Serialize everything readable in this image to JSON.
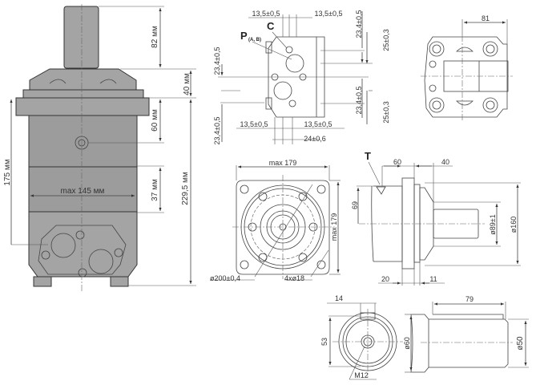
{
  "side_view": {
    "shaft_length": "82 мм",
    "flange_height": "40 мм",
    "port_to_flange": "60 мм",
    "body_section": "37 мм",
    "total_height": "229,5 мм",
    "port_height": "175 мм",
    "max_width": "max 145 мм"
  },
  "port_view": {
    "label_p": "P",
    "label_p_sub": "(A, B)",
    "label_c": "C",
    "top_left_offset": "13,5±0,5",
    "top_right_offset": "13,5±0,5",
    "bottom_left_offset": "13,5±0,5",
    "bottom_right_offset": "13,5±0,5",
    "bottom_distance": "24±0,6",
    "left_upper": "23,4±0,5",
    "left_lower": "23,4±0,5",
    "right_upper": "23,4±0,5",
    "right_lower": "23,4±0,5",
    "far_right_upper": "25±0,3",
    "far_right_lower": "25±0,3"
  },
  "top_view": {
    "width": "81"
  },
  "flange_view": {
    "max_width": "max 179",
    "max_height": "max 179",
    "bolt_circle": "ø200±0,4",
    "holes": "4xø18"
  },
  "profile_view": {
    "label_t": "T",
    "dist_60": "60",
    "dist_40": "40",
    "height_69": "69",
    "pilot_diameter": "ø89±1",
    "flange_diameter": "ø160",
    "dist_20": "20",
    "dist_11": "11"
  },
  "shaft_end_view": {
    "key_width": "14",
    "height_53": "53",
    "thread": "M12"
  },
  "shaft_side_view": {
    "length": "79",
    "collar_diameter": "ø60",
    "shaft_diameter": "ø50"
  }
}
